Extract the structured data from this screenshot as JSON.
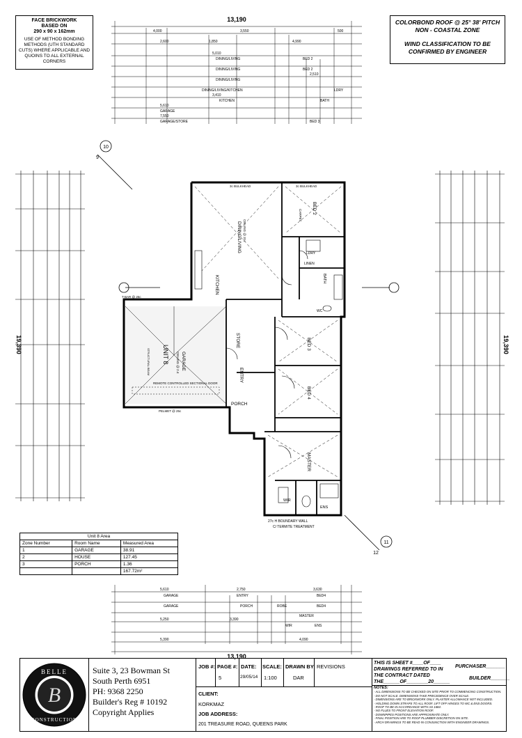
{
  "face_brickwork": {
    "title": "FACE BRICKWORK",
    "line2": "BASED ON",
    "size": "290 x 90 x 162mm",
    "note": "USE OF METHOD BONDING METHODS (UTH STANDARD CUTS) WHERE APPLICABLE AND QUOINS TO ALL EXTERNAL CORNERS"
  },
  "roof_note": {
    "line1": "COLORBOND ROOF @ 25° 38' PITCH",
    "line2": "NON - COASTAL ZONE",
    "line3": "WIND CLASSIFICATION TO BE",
    "line4": "CONFIRMED BY ENGINEER"
  },
  "plan": {
    "overall_width": "13,190",
    "overall_depth": "19,390",
    "unit_label": "UNIT 8",
    "rooms": {
      "garage": "GARAGE",
      "garage_ceiling": "CEILING @ 2.4",
      "store": "STORE",
      "entry": "ENTRY",
      "porch": "PORCH",
      "kitchen": "KITCHEN",
      "dining_living": "DINING/LIVING",
      "bed2": "BED 2",
      "bed3": "BED 3",
      "bed4": "BED 4",
      "master": "MASTER",
      "bath": "BATH",
      "ldry": "LDRY",
      "wc": "WC",
      "linen": "LINEN",
      "wir": "WIR",
      "ens": "ENS",
      "carpet": "CARPET",
      "ceiling": "CEILING @ 31c",
      "door_note": "REMOTE CONTROLLED SECTIONAL DOOR",
      "bulkhead1": "3c BULKHEAD",
      "bulkhead2": "3c BULKHEAD",
      "pelmet": "PELMET @ 25c",
      "tbar": "T-BAR @ 25c",
      "boundary": "27c H BOUNDARY WALL",
      "termite": "C/ TERMITE TREATMENT",
      "structural": "STRUCTURAL BEAM"
    },
    "top_dims": [
      "4,000",
      "3,550",
      "500",
      "2,600",
      "1,850",
      "4,990",
      "5,010",
      "2,510",
      "3,410",
      "5,610",
      "7,550"
    ],
    "top_labels": [
      "DINING/LIVING",
      "DINING/LIVING",
      "DINING/LIVING",
      "DINING/LIVING/KITCHEN",
      "KITCHEN",
      "GARAGE",
      "GARAGE/STORE",
      "BED 2",
      "BED 2",
      "LDRY",
      "BATH",
      "BED 3"
    ],
    "bottom_dims": [
      "5,610",
      "2,750",
      "3,630",
      "5,250",
      "3,390",
      "4,090",
      "5,390"
    ],
    "bottom_labels": [
      "GARAGE",
      "ENTRY",
      "BED4",
      "GARAGE",
      "PORCH",
      "ROBE",
      "BED4",
      "MASTER",
      "WIR",
      "ENS"
    ],
    "markers": [
      "10",
      "9",
      "11",
      "12"
    ]
  },
  "area_table": {
    "caption": "Unit 8 Area",
    "headers": [
      "Zone Number",
      "Room Name",
      "Measured Area"
    ],
    "rows": [
      [
        "1",
        "GARAGE",
        "38.91"
      ],
      [
        "2",
        "HOUSE",
        "127.45"
      ],
      [
        "3",
        "PORCH",
        "1.36"
      ]
    ],
    "total": "167.72m²"
  },
  "title_block": {
    "logo_top": "BELLE",
    "logo_letter": "B",
    "logo_bottom": "CONSTRUCTION",
    "address_lines": [
      "Suite 3, 23 Bowman St",
      "South Perth 6951",
      "PH: 9368 2250",
      "Builder's Reg # 10192",
      "Copyright Applies"
    ],
    "job_no_label": "JOB #:",
    "page_label": "PAGE #:",
    "page_value": "5",
    "date_label": "DATE:",
    "date_value": "29/05/14",
    "scale_label": "SCALE:",
    "scale_value": "1:100",
    "drawn_label": "DRAWN BY:",
    "drawn_value": "DAR",
    "revisions_label": "REVISIONS",
    "client_label": "CLIENT:",
    "client_value": "KORKMAZ",
    "job_address_label": "JOB ADDRESS:",
    "job_address_value": "201 TREASURE ROAD, QUEENS PARK",
    "sheet_line1": "THIS IS SHEET #____OF____",
    "sheet_line2": "DRAWINGS REFERRED TO IN",
    "sheet_line3": "THE CONTRACT DATED",
    "sheet_line4": "THE______OF________20______",
    "purchaser": "PURCHASER_______",
    "builder": "BUILDER_______",
    "notes_title": "NOTES:",
    "notes": [
      "- ALL DIMENSIONS TO BE CHECKED ON SITE PRIOR TO COMMENCING CONSTRUCTION.",
      "- DO NOT SCALE. DIMENSIONS TAKE PRECEDENCE OVER SCALE.",
      "- DIMENSIONS ARE TO BRICKWORK ONLY. PLASTER ALLOWANCE NOT INCLUDED.",
      "- HOLDING DOWN STRAPS TO ALL ROOF. LIFT OFF HINGES TO WC & ENS DOORS.",
      "- ROOF TO BE IN ACCORDANCE WITH AS 1684.",
      "- NO FLUES TO FRONT ELEVATION ROOF.",
      "- DOWNPIPES POSITIONS ARE APPROXIMATE ONLY.",
      "- FINAL POSITION ARE TO ROOF PLUMBER DISCRETION ON SITE.",
      "- ARCH DRAWINGS TO BE READ IN CONJUNCTION WITH ENGINEER DRAWINGS."
    ]
  }
}
